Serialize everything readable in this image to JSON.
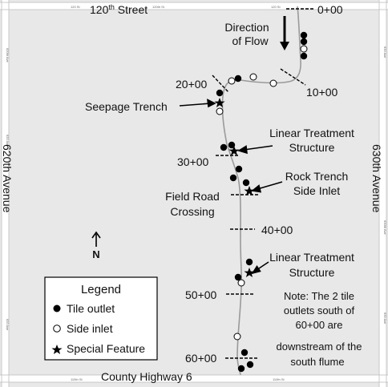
{
  "roads": {
    "north": "120th Street",
    "north_suffix": "th",
    "north_base": "120",
    "north_rest": " Street",
    "south": "County Highway 6",
    "west": "620th Avenue",
    "east": "630th Avenue",
    "small_labels": {
      "north_left": "120 St",
      "north_mid": "120th St",
      "north_right": "120 St",
      "south_left": "110th St",
      "south_right": "110th St",
      "west_top": "620th Ave",
      "west_mid": "620 Ave",
      "west_bottom": "620 Ave",
      "east_top": "630 Ave",
      "east_mid": "630th Ave",
      "east_bottom": "630 Ave"
    }
  },
  "direction_of_flow": {
    "line1": "Direction",
    "line2": "of Flow"
  },
  "stations": {
    "s0": "0+00",
    "s10": "10+00",
    "s20": "20+00",
    "s30": "30+00",
    "s40": "40+00",
    "s50": "50+00",
    "s60": "60+00"
  },
  "features": {
    "seepage_trench": "Seepage Trench",
    "lts1_line1": "Linear Treatment",
    "lts1_line2": "Structure",
    "rock_trench_line1": "Rock Trench",
    "rock_trench_line2": "Side Inlet",
    "field_road_line1": "Field Road",
    "field_road_line2": "Crossing",
    "lts2_line1": "Linear Treatment",
    "lts2_line2": "Structure"
  },
  "note": {
    "line1": "Note: The 2 tile",
    "line2": "outlets south of",
    "line3": "60+00 are",
    "line4": "downstream of the",
    "line5": "south flume"
  },
  "legend": {
    "title": "Legend",
    "tile_outlet": "Tile outlet",
    "side_inlet": "Side inlet",
    "special_feature": "Special Feature"
  },
  "north_arrow": "N",
  "colors": {
    "map_fill": "#e8e8e8",
    "road": "#ffffff",
    "stream": "#9a9a9a",
    "marker": "#000000"
  }
}
